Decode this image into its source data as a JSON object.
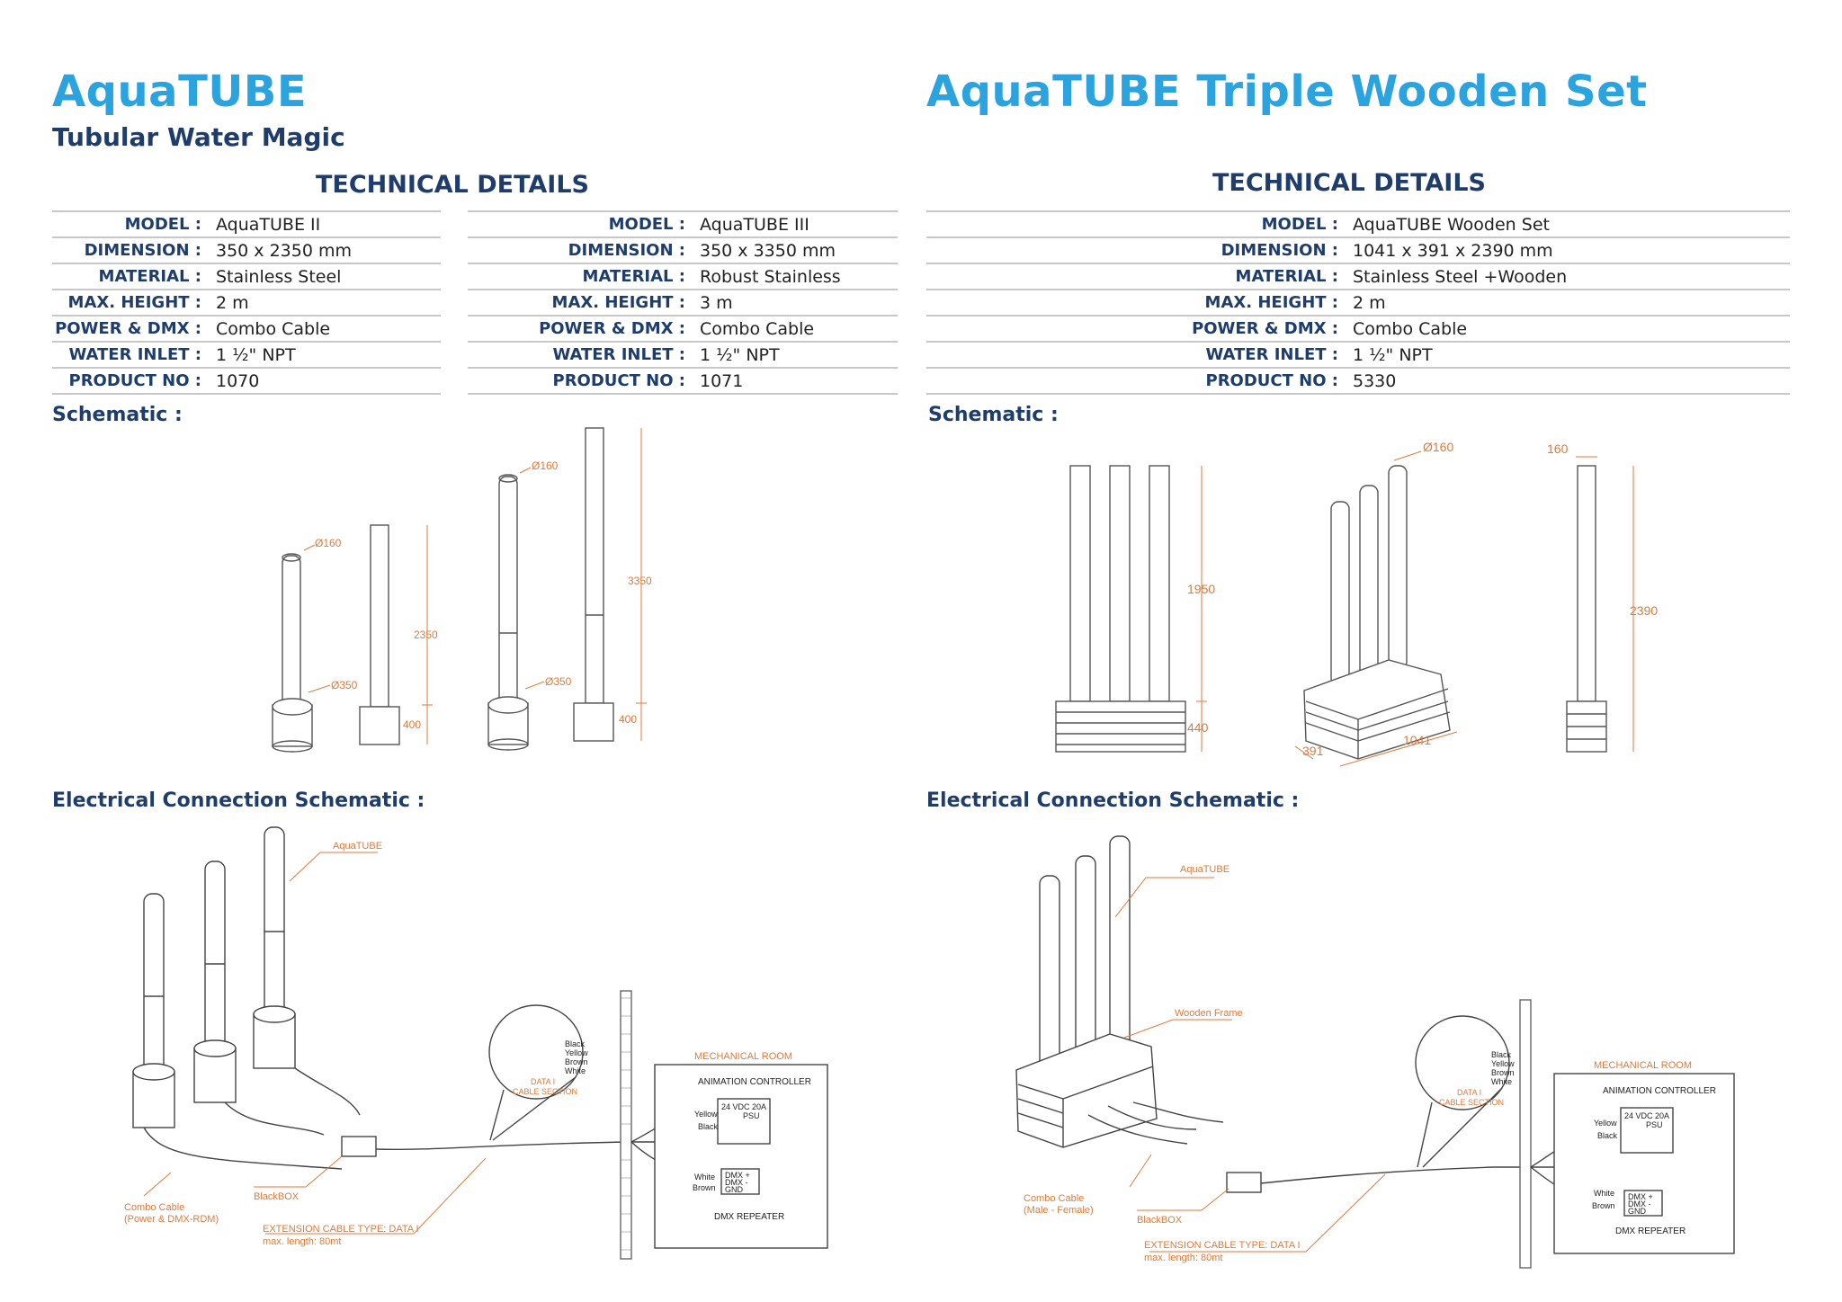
{
  "left": {
    "title": "AquaTUBE",
    "subtitle": "Tubular Water Magic",
    "tech_title": "TECHNICAL DETAILS",
    "spec_a": [
      {
        "key": "MODEL :",
        "value": "AquaTUBE II"
      },
      {
        "key": "DIMENSION :",
        "value": "350 x 2350 mm"
      },
      {
        "key": "MATERIAL :",
        "value": "Stainless Steel"
      },
      {
        "key": "MAX. HEIGHT :",
        "value": "2 m"
      },
      {
        "key": "POWER & DMX :",
        "value": "Combo Cable"
      },
      {
        "key": "WATER INLET :",
        "value": "1 ½\" NPT"
      },
      {
        "key": "PRODUCT NO :",
        "value": "1070"
      }
    ],
    "spec_b": [
      {
        "key": "MODEL :",
        "value": "AquaTUBE III"
      },
      {
        "key": "DIMENSION :",
        "value": "350 x 3350 mm"
      },
      {
        "key": "MATERIAL :",
        "value": "Robust Stainless"
      },
      {
        "key": "MAX. HEIGHT :",
        "value": "3 m"
      },
      {
        "key": "POWER & DMX :",
        "value": "Combo Cable"
      },
      {
        "key": "WATER INLET :",
        "value": "1 ½\" NPT"
      },
      {
        "key": "PRODUCT NO :",
        "value": "1071"
      }
    ],
    "schematic_label": "Schematic :",
    "schematic_dims": {
      "d160_a": "Ø160",
      "d350_a": "Ø350",
      "h2350": "2350",
      "h400_a": "400",
      "d160_b": "Ø160",
      "d350_b": "Ø350",
      "h3350": "3350",
      "h400_b": "400"
    },
    "electrical_label": "Electrical Connection Schematic :",
    "electrical": {
      "aquatube": "AquaTUBE",
      "combo_cable": "Combo Cable",
      "combo_cable_sub": "(Power & DMX-RDM)",
      "blackbox": "BlackBOX",
      "ext_cable": "EXTENSION CABLE  TYPE: DATA I",
      "ext_len": "max. length: 80mt",
      "wires": [
        "Black",
        "Yellow",
        "Brown",
        "White"
      ],
      "data1": "DATA I",
      "cable_section": "CABLE SECTION",
      "mech_room": "MECHANICAL  ROOM",
      "anim_ctrl": "ANIMATION CONTROLLER",
      "psu": "24 VDC 20A",
      "psu2": "PSU",
      "yellow": "Yellow",
      "black": "Black",
      "white": "White",
      "brown": "Brown",
      "dmx_plus": "DMX +",
      "dmx_minus": "DMX -",
      "gnd": "GND",
      "dmx_repeater": "DMX REPEATER"
    }
  },
  "right": {
    "title": "AquaTUBE Triple Wooden Set",
    "tech_title": "TECHNICAL DETAILS",
    "spec": [
      {
        "key": "MODEL :",
        "value": "AquaTUBE Wooden Set"
      },
      {
        "key": "DIMENSION :",
        "value": "1041 x 391 x 2390  mm"
      },
      {
        "key": "MATERIAL :",
        "value": "Stainless Steel +Wooden"
      },
      {
        "key": "MAX. HEIGHT :",
        "value": "2 m"
      },
      {
        "key": "POWER & DMX :",
        "value": "Combo Cable"
      },
      {
        "key": "WATER INLET :",
        "value": "1 ½\" NPT"
      },
      {
        "key": "PRODUCT NO :",
        "value": "5330"
      }
    ],
    "schematic_label": "Schematic :",
    "schematic_dims": {
      "h1950": "1950",
      "h440": "440",
      "d160": "Ø160",
      "w391": "391",
      "w1041": "1041",
      "s160": "160",
      "h2390": "2390"
    },
    "electrical_label": "Electrical Connection Schematic :",
    "electrical": {
      "aquatube": "AquaTUBE",
      "wooden_frame": "Wooden Frame",
      "combo_cable": "Combo Cable",
      "combo_cable_sub": "(Male - Female)",
      "blackbox": "BlackBOX",
      "ext_cable": "EXTENSION CABLE  TYPE: DATA I",
      "ext_len": "max. length: 80mt",
      "wires": [
        "Black",
        "Yellow",
        "Brown",
        "White"
      ],
      "data1": "DATA I",
      "cable_section": "CABLE SECTION",
      "mech_room": "MECHANICAL  ROOM",
      "anim_ctrl": "ANIMATION CONTROLLER",
      "psu": "24 VDC 20A",
      "psu2": "PSU",
      "yellow": "Yellow",
      "black": "Black",
      "white": "White",
      "brown": "Brown",
      "dmx_plus": "DMX +",
      "dmx_minus": "DMX -",
      "gnd": "GND",
      "dmx_repeater": "DMX REPEATER"
    }
  },
  "colors": {
    "title": "#2aa3df",
    "heading": "#1f3d6b",
    "annotation": "#e07a3a",
    "line": "#444444"
  }
}
